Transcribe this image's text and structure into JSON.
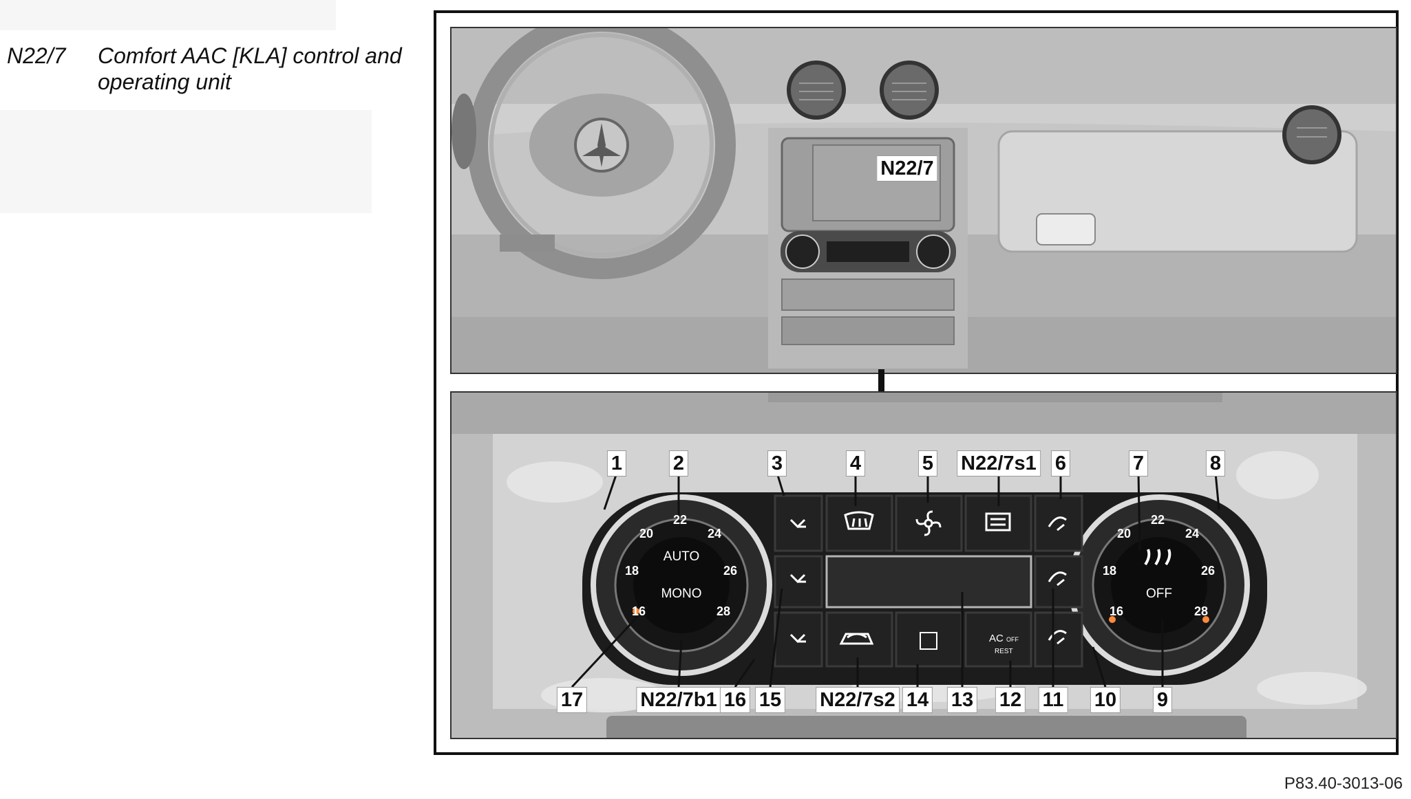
{
  "legend": {
    "code": "N22/7",
    "text": "Comfort AAC [KLA] control and operating unit"
  },
  "figure": {
    "reference": "P83.40-3013-06",
    "top_callout": "N22/7",
    "panel_labels": {
      "auto": "AUTO",
      "mono": "MONO",
      "off": "OFF",
      "ac": "AC",
      "ac_off": "OFF",
      "rest": "REST"
    },
    "left_dial_numbers": [
      "16",
      "18",
      "20",
      "22",
      "24",
      "26",
      "28"
    ],
    "right_dial_numbers": [
      "16",
      "18",
      "20",
      "22",
      "24",
      "26",
      "28"
    ],
    "callouts_top_row": [
      "1",
      "2",
      "3",
      "4",
      "5",
      "N22/7s1",
      "6",
      "7",
      "8"
    ],
    "callouts_bottom_row": [
      "17",
      "N22/7b1",
      "16",
      "15",
      "N22/7s2",
      "14",
      "13",
      "12",
      "11",
      "10",
      "9"
    ],
    "icons": [
      "vent-face-icon",
      "windshield-defrost-icon",
      "fan-icon",
      "rear-defrost-icon",
      "vent-floor-icon",
      "vehicle-recirculation-icon",
      "seat-icon"
    ]
  }
}
